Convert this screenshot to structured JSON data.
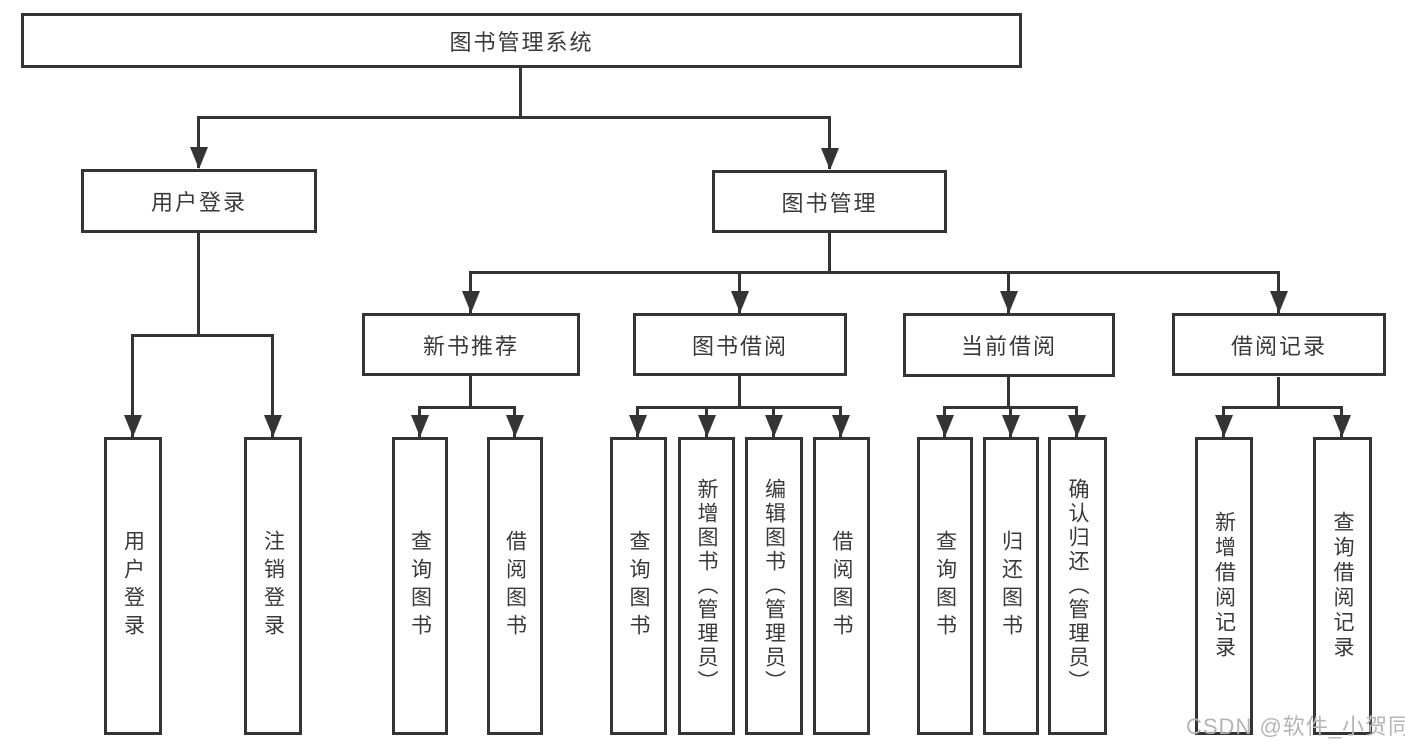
{
  "page": {
    "background": "#ffffff"
  },
  "colors": {
    "line": "#343434",
    "box_border": "#343434",
    "box_background": "#ffffff",
    "text": "#3a3a3a",
    "watermark": "#b5b5b5"
  },
  "watermark": {
    "text": "CSDN @软件_小贺同学"
  },
  "diagram": {
    "type": "tree",
    "title": "图书管理系统",
    "nodes": {
      "root": {
        "label": "图书管理系统",
        "children": [
          "user_login",
          "book_management"
        ]
      },
      "user_login": {
        "label": "用户登录",
        "children": [
          "leaf_user_login",
          "leaf_logout"
        ]
      },
      "book_management": {
        "label": "图书管理",
        "children": [
          "new_book_recommend",
          "book_borrowing",
          "current_borrowing",
          "borrowing_records"
        ]
      },
      "new_book_recommend": {
        "label": "新书推荐",
        "children": [
          "nbr_query_books",
          "nbr_borrow_books"
        ]
      },
      "book_borrowing": {
        "label": "图书借阅",
        "children": [
          "bb_query_books",
          "bb_add_books",
          "bb_edit_books",
          "bb_borrow_books"
        ]
      },
      "current_borrowing": {
        "label": "当前借阅",
        "children": [
          "cb_query_books",
          "cb_return_books",
          "cb_confirm_return"
        ]
      },
      "borrowing_records": {
        "label": "借阅记录",
        "children": [
          "br_add_record",
          "br_query_record"
        ]
      },
      "leaf_user_login": {
        "label": "用户登录",
        "children": []
      },
      "leaf_logout": {
        "label": "注销登录",
        "children": []
      },
      "nbr_query_books": {
        "label": "查询图书",
        "children": []
      },
      "nbr_borrow_books": {
        "label": "借阅图书",
        "children": []
      },
      "bb_query_books": {
        "label": "查询图书",
        "children": []
      },
      "bb_add_books": {
        "label": "新增图书（管理员）",
        "children": []
      },
      "bb_edit_books": {
        "label": "编辑图书（管理员）",
        "children": []
      },
      "bb_borrow_books": {
        "label": "借阅图书",
        "children": []
      },
      "cb_query_books": {
        "label": "查询图书",
        "children": []
      },
      "cb_return_books": {
        "label": "归还图书",
        "children": []
      },
      "cb_confirm_return": {
        "label": "确认归还（管理员）",
        "children": []
      },
      "br_add_record": {
        "label": "新增借阅记录",
        "children": []
      },
      "br_query_record": {
        "label": "查询借阅记录",
        "children": []
      }
    }
  }
}
